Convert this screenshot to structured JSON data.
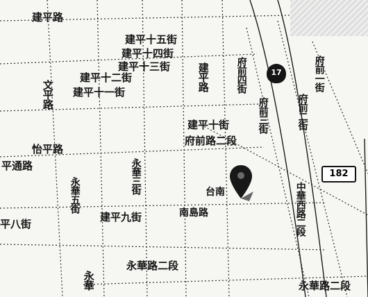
{
  "labels": {
    "jianpinglu": "建平路",
    "jianping15": "建平十五街",
    "jianping14": "建平十四街",
    "jianping13": "建平十三街",
    "jianping12": "建平十二街",
    "jianping11": "建平十一街",
    "jianpinglu_v": "建平路",
    "fuqian4": "府前四街",
    "fuqian3": "府前三街",
    "fuqian2": "府前二街",
    "fuqian1": "府前一街",
    "wenpinglu": "文平路",
    "jianping10": "建平十街",
    "fuqianlu2": "府前路二段",
    "yipinglu": "怡平路",
    "pingtonglu": "平通路",
    "yonghua3": "永華三街",
    "yonghua5": "永華五街",
    "ping8": "平八街",
    "jianping9": "建平九街",
    "tainan": "台南",
    "kaiyuanlu": "南島路",
    "zhonghuaxilu2": "中華西路二段",
    "yonghualu2": "永華路二段",
    "yonghua_bottom": "永華",
    "yonghualu2_right": "永華路二段"
  },
  "shields": {
    "route17": "17",
    "route182": "182"
  },
  "colors": {
    "ink": "#141414",
    "paper": "#f6f6f3"
  }
}
